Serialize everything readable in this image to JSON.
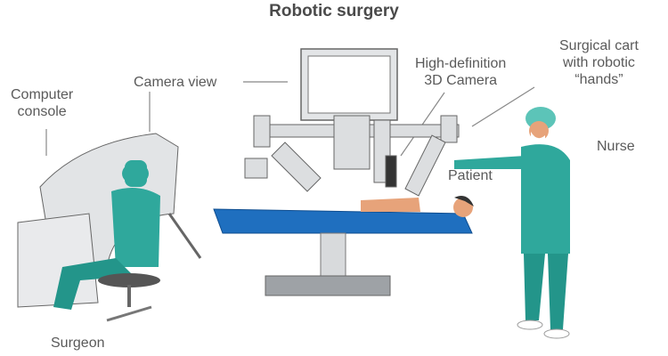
{
  "title": "Robotic surgery",
  "labels": {
    "computer_console": [
      "Computer",
      "console"
    ],
    "camera_view": "Camera view",
    "hd_camera": [
      "High-definition",
      "3D Camera"
    ],
    "surgical_cart": [
      "Surgical cart",
      "with robotic",
      "“hands”"
    ],
    "nurse": "Nurse",
    "patient": "Patient",
    "surgeon": "Surgeon"
  },
  "colors": {
    "scrubs": "#2fa89c",
    "table": "#1f6fbf",
    "machine": "#d8dadc"
  }
}
